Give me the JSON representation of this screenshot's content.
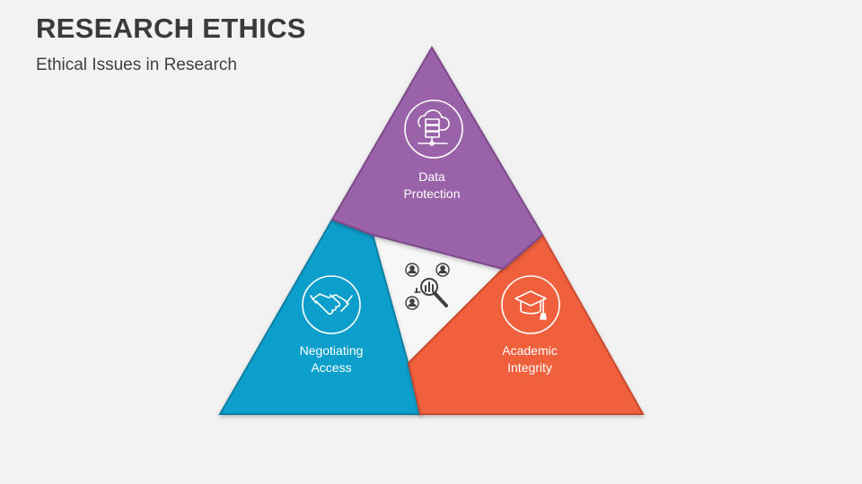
{
  "header": {
    "title": "RESEARCH ETHICS",
    "subtitle": "Ethical Issues in Research"
  },
  "colors": {
    "background": "#f2f2f2",
    "top_segment": "#9a62a8",
    "left_segment": "#0d9fcb",
    "right_segment": "#f0603e",
    "center": "#f7f7f7",
    "icon_stroke": "#ffffff",
    "center_icon": "#404040"
  },
  "segments": [
    {
      "id": "top",
      "label_line1": "Data",
      "label_line2": "Protection",
      "icon": "cloud-server-icon"
    },
    {
      "id": "left",
      "label_line1": "Negotiating",
      "label_line2": "Access",
      "icon": "handshake-icon"
    },
    {
      "id": "right",
      "label_line1": "Academic",
      "label_line2": "Integrity",
      "icon": "graduation-cap-icon"
    }
  ],
  "center": {
    "icon": "research-analysis-icon"
  }
}
